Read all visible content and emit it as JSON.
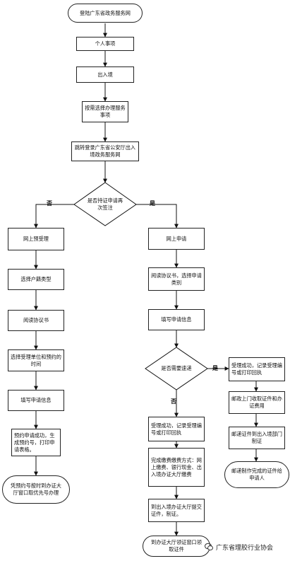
{
  "nodes": {
    "start": "登陆广东省政务服务网",
    "personal": "个人事项",
    "entry_exit": "出入境",
    "select_service": "按需选择办理服务事项",
    "redirect": "跳转登录广东省公安厅出入境政务服务网",
    "decision_visa": "是否持证申请再次签注",
    "yes": "是",
    "no": "否",
    "left": {
      "appointment": "网上预受理",
      "household": "选择户籍类型",
      "read_agreement": "阅读协议书",
      "select_unit": "选择受理单位和预约的时间",
      "fill_info": "填写申请信息",
      "success": "预约申请成功，生成预约号，打印申请表格。",
      "final": "凭预约号按时到办证大厅窗口取优先号办理"
    },
    "right": {
      "online_apply": "网上申请",
      "read_agreement": "阅读协议书，选择申请类别",
      "fill_info": "填写申请信息",
      "decision_express": "是否需要速递",
      "express_success": "受理成功，记录受理编号或打印回执",
      "collect": "邮政上门收取证件和办证费用",
      "deliver_to_dept": "邮递证件到出入境部门制证",
      "deliver_to_applicant": "邮递制作完成的证件给申请人",
      "accepted": "受理成功，记录受理编号或打印回执",
      "payment": "完成缴费缴费方式：网上缴费、银行现金、出入境办证大厅缴费",
      "submit": "到出入境办证大厅提交证件，制证。",
      "pickup": "到办证大厅领证窗口领取证件"
    }
  },
  "watermark": "广东省理胶行业协会"
}
